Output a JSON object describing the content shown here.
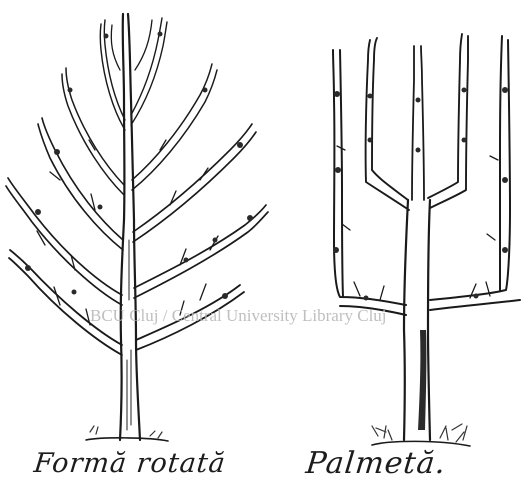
{
  "figure": {
    "left_caption": "Formă rotată",
    "right_caption": "Palmetă.",
    "watermark": "BCU Cluj / Central University Library Cluj"
  },
  "colors": {
    "ink": "#222222",
    "paper": "#ffffff",
    "watermark": "#b9b9b9"
  }
}
